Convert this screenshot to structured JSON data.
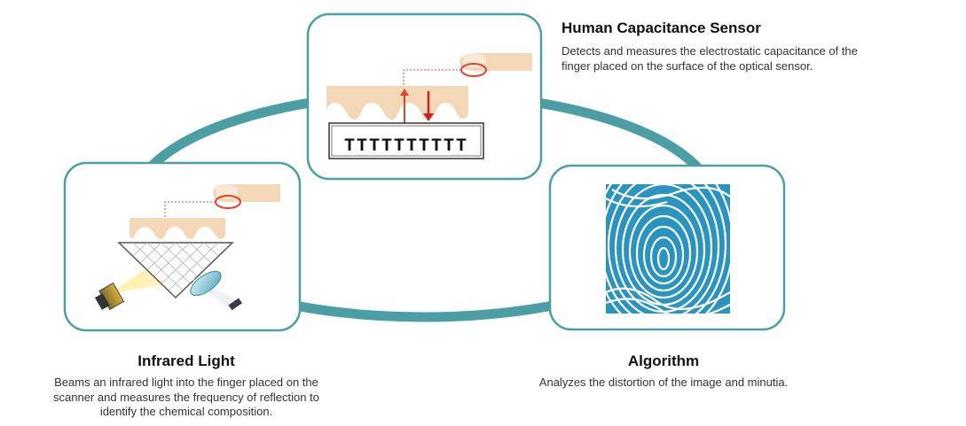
{
  "nodes": {
    "sensor": {
      "title": "Human Capacitance Sensor",
      "description": "Detects and measures the electrostatic capacitance of the finger placed on the surface of the optical sensor.",
      "description_lines": [
        "Detects and measures the electrostatic capacitance of the",
        "finger placed on the surface of the optical sensor."
      ]
    },
    "infrared": {
      "title": "Infrared Light",
      "description_lines": [
        "Beams an infrared light into the finger placed on the",
        "scanner and measures the frequency of reflection to",
        "identify the chemical composition."
      ]
    },
    "algorithm": {
      "title": "Algorithm",
      "description_lines": [
        "Analyzes the distortion of the image and minutia."
      ]
    }
  },
  "sensor_glyphs": "TTTTTTTTTT",
  "colors": {
    "ring": "#4a9ea4",
    "panel_border": "#4a9ea4",
    "finger": "#f3d7b6",
    "accent_red": "#e0442b",
    "fingerprint": "#2a93be"
  },
  "icons": [
    "finger-sensor-illustration",
    "prism-light-illustration",
    "fingerprint-icon"
  ]
}
